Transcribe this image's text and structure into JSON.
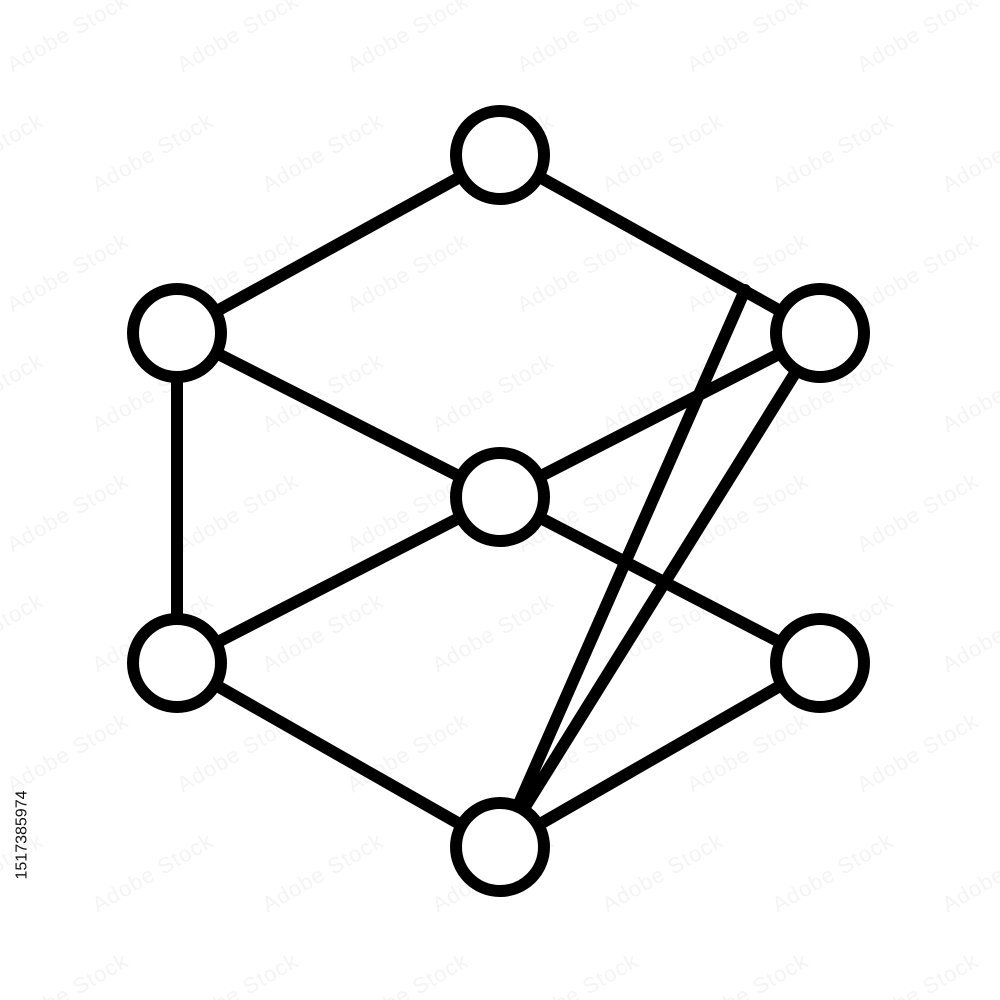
{
  "diagram": {
    "type": "network-graph-icon",
    "stroke_color": "#000000",
    "fill_color": "#ffffff",
    "nodes": [
      "top",
      "left-upper",
      "right-upper",
      "center",
      "left-lower",
      "right-lower",
      "bottom"
    ],
    "edges": [
      [
        "top",
        "left-upper"
      ],
      [
        "top",
        "right-upper"
      ],
      [
        "left-upper",
        "center"
      ],
      [
        "left-upper",
        "left-lower"
      ],
      [
        "right-upper",
        "center"
      ],
      [
        "center",
        "left-lower"
      ],
      [
        "center",
        "right-lower"
      ],
      [
        "left-lower",
        "bottom"
      ],
      [
        "right-lower",
        "bottom"
      ],
      [
        "right-upper",
        "bottom"
      ],
      [
        "top-right-edge",
        "bottom"
      ]
    ]
  },
  "stock_id": "1517385974",
  "watermark": "Adobe Stock"
}
